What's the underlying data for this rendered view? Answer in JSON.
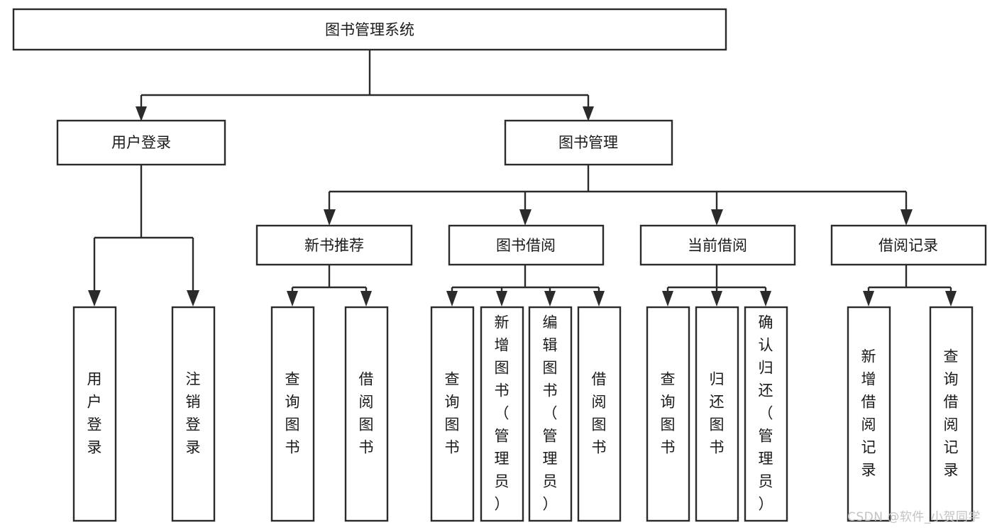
{
  "diagram": {
    "title": "图书管理系统",
    "type": "tree",
    "watermark": "CSDN @软件_小贺同学",
    "colors": {
      "box_stroke": "#2b2b2b",
      "box_fill": "#ffffff",
      "text": "#1a1a1a",
      "watermark": "#c3c3c3",
      "background": "#ffffff"
    },
    "root": {
      "label": "图书管理系统"
    },
    "level2": [
      {
        "label": "用户登录"
      },
      {
        "label": "图书管理"
      }
    ],
    "level3": [
      {
        "label": "新书推荐"
      },
      {
        "label": "图书借阅"
      },
      {
        "label": "当前借阅"
      },
      {
        "label": "借阅记录"
      }
    ],
    "leaves": {
      "user_login": [
        {
          "label": "用户登录"
        },
        {
          "label": "注销登录"
        }
      ],
      "new_book_recommend": [
        {
          "label": "查询图书"
        },
        {
          "label": "借阅图书"
        }
      ],
      "book_borrow": [
        {
          "label": "查询图书"
        },
        {
          "label": "新增图书（管理员）"
        },
        {
          "label": "编辑图书（管理员）"
        },
        {
          "label": "借阅图书"
        }
      ],
      "current_borrow": [
        {
          "label": "查询图书"
        },
        {
          "label": "归还图书"
        },
        {
          "label": "确认归还（管理员）"
        }
      ],
      "borrow_record": [
        {
          "label": "新增借阅记录"
        },
        {
          "label": "查询借阅记录"
        }
      ]
    }
  }
}
